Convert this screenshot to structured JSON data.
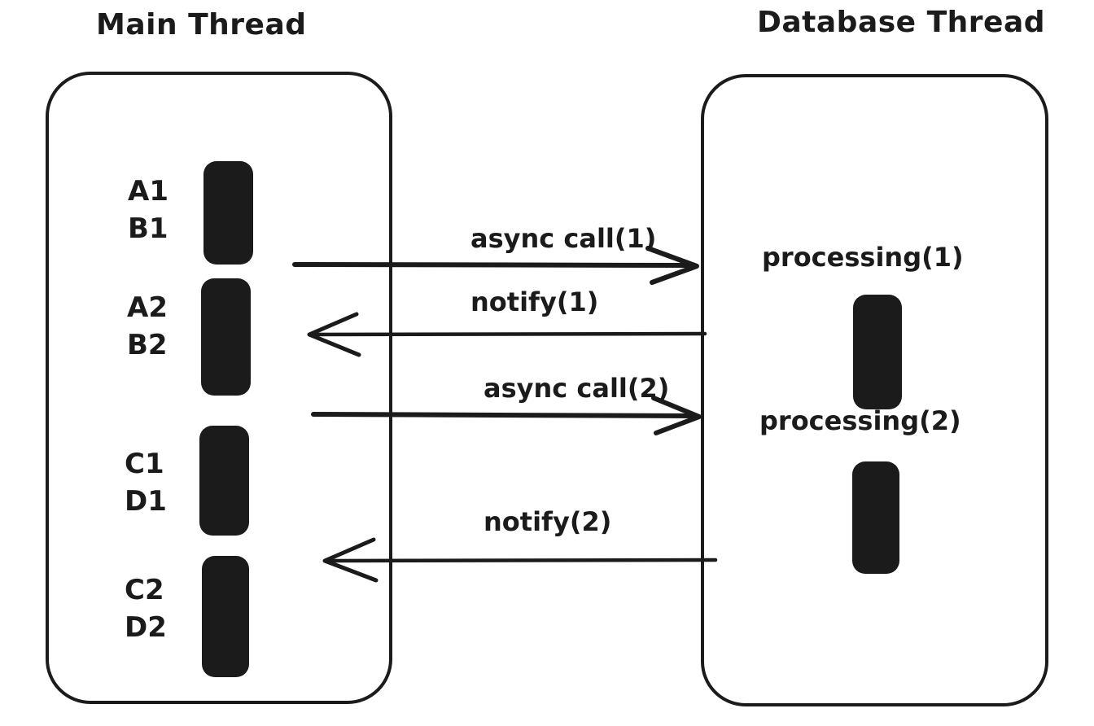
{
  "canvas": {
    "background": "#ffffff",
    "ink": "#1b1b1b"
  },
  "main_thread": {
    "title": "Main Thread",
    "task_groups": [
      {
        "line1": "A1",
        "line2": "B1"
      },
      {
        "line1": "A2",
        "line2": "B2"
      },
      {
        "line1": "C1",
        "line2": "D1"
      },
      {
        "line1": "C2",
        "line2": "D2"
      }
    ]
  },
  "database_thread": {
    "title": "Database Thread",
    "process_labels": [
      "processing(1)",
      "processing(2)"
    ]
  },
  "messages": [
    {
      "label": "async call(1)",
      "direction": "right"
    },
    {
      "label": "notify(1)",
      "direction": "left"
    },
    {
      "label": "async call(2)",
      "direction": "right"
    },
    {
      "label": "notify(2)",
      "direction": "left"
    }
  ]
}
